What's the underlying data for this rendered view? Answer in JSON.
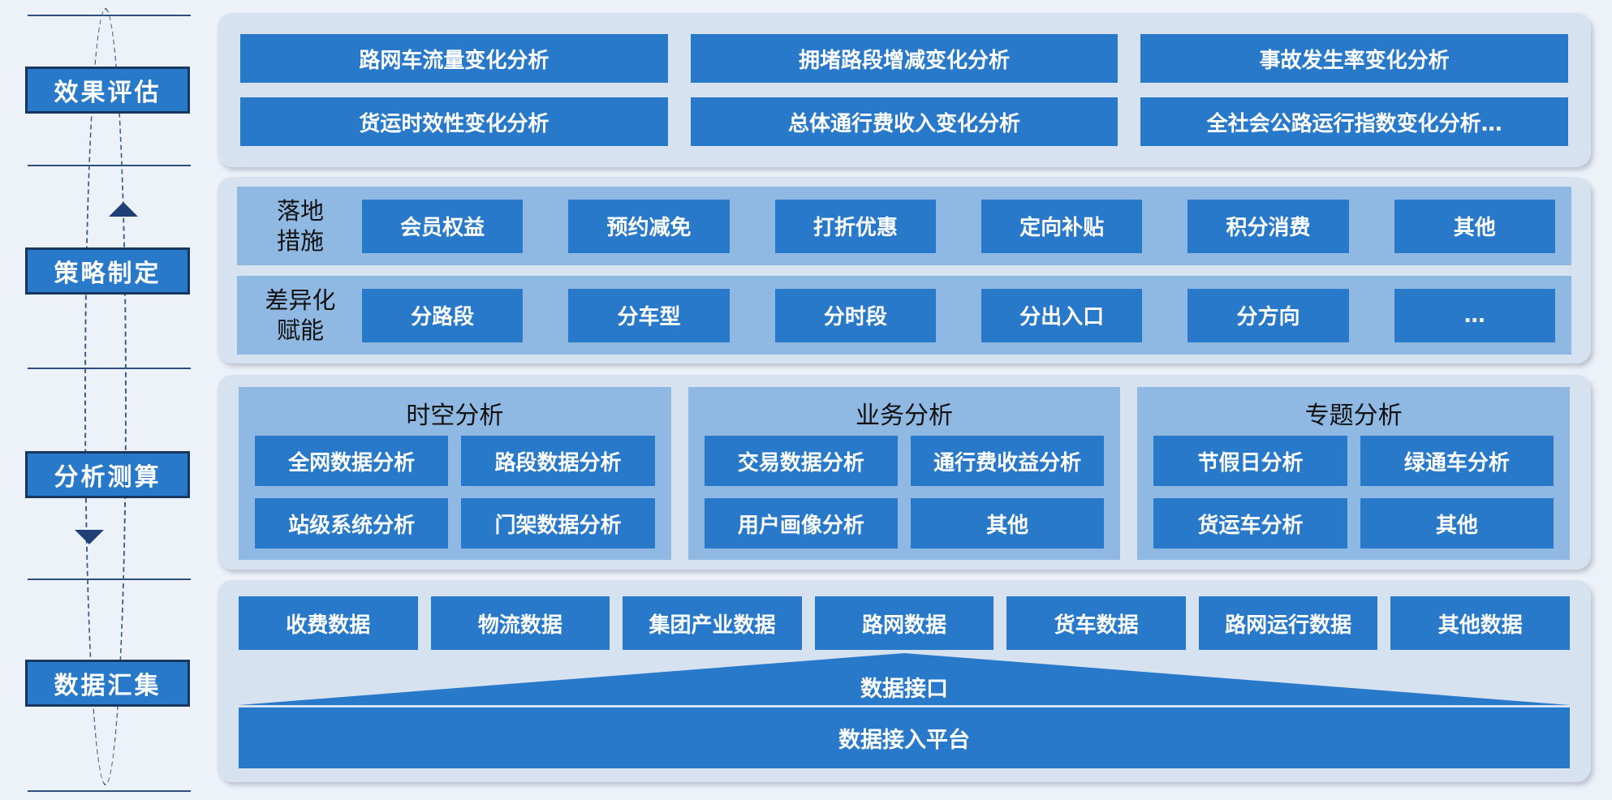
{
  "colors": {
    "page_bg": "#EDF1F8",
    "panel_blue": "#D7E2F0",
    "container_blue": "#8FB8E3",
    "box_blue": "#2879CA",
    "navy_border": "#17375E"
  },
  "stages": [
    "效果评估",
    "策略制定",
    "分析测算",
    "数据汇集"
  ],
  "evaluation": [
    [
      "路网车流量变化分析",
      "拥堵路段增减变化分析",
      "事故发生率变化分析"
    ],
    [
      "货运时效性变化分析",
      "总体通行费收入变化分析",
      "全社会公路运行指数变化分析…"
    ]
  ],
  "strategy": {
    "rows": [
      {
        "label": "落地\n措施",
        "items": [
          "会员权益",
          "预约减免",
          "打折优惠",
          "定向补贴",
          "积分消费",
          "其他"
        ]
      },
      {
        "label": "差异化\n赋能",
        "items": [
          "分路段",
          "分车型",
          "分时段",
          "分出入口",
          "分方向",
          "…"
        ]
      }
    ]
  },
  "analysis": {
    "groups": [
      {
        "title": "时空分析",
        "items": [
          "全网数据分析",
          "路段数据分析",
          "站级系统分析",
          "门架数据分析"
        ]
      },
      {
        "title": "业务分析",
        "items": [
          "交易数据分析",
          "通行费收益分析",
          "用户画像分析",
          "其他"
        ]
      },
      {
        "title": "专题分析",
        "items": [
          "节假日分析",
          "绿通车分析",
          "货运车分析",
          "其他"
        ]
      }
    ]
  },
  "data_layer": {
    "sources": [
      "收费数据",
      "物流数据",
      "集团产业数据",
      "路网数据",
      "货车数据",
      "路网运行数据",
      "其他数据"
    ],
    "interface_label": "数据接口",
    "platform_label": "数据接入平台"
  }
}
